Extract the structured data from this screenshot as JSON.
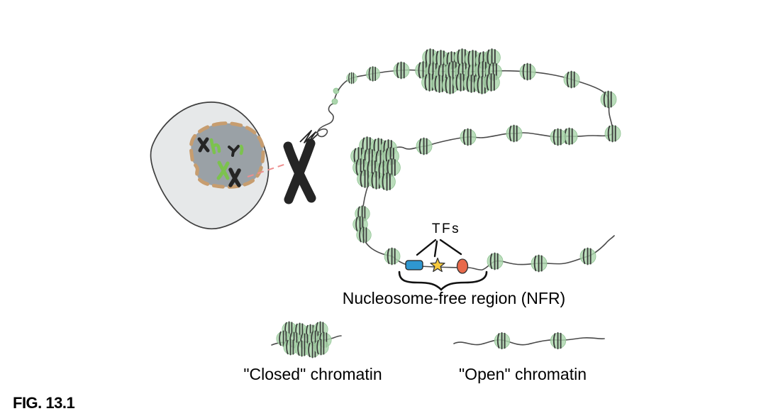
{
  "figure": {
    "caption": "FIG. 13.1",
    "labels": {
      "tfs": "TFs",
      "nfr": "Nucleosome-free region (NFR)",
      "closed_chromatin": "\"Closed\" chromatin",
      "open_chromatin": "\"Open\" chromatin"
    },
    "colors": {
      "nucleosome_fill": "#abd5ac",
      "nucleosome_edge": "#8fc292",
      "nucleosome_lines": "#3a3a3a",
      "dna_strand": "#4a4a4a",
      "cell_fill": "#e6e8e9",
      "cell_outline": "#3f3f3f",
      "nucleus_fill": "#9aa1a6",
      "nucleus_border": "#c79d6f",
      "chromosome_dark": "#252525",
      "chromosome_green": "#7cc24e",
      "tf_blue": "#2f97d0",
      "tf_yellow": "#f7c93d",
      "tf_orange": "#e8694a",
      "pointer_pink": "#ee8f8f",
      "text_color": "#000000"
    }
  }
}
